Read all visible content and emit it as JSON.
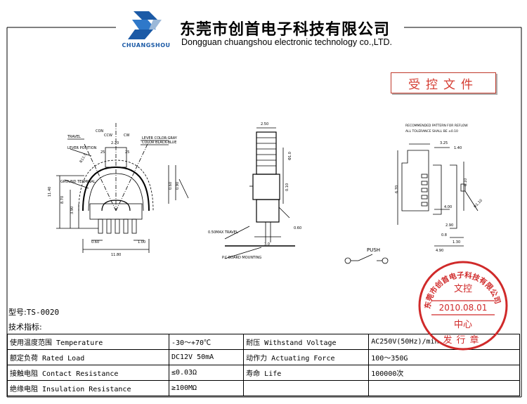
{
  "header": {
    "company_cn": "东莞市创首电子科技有限公司",
    "company_en": "Dongguan chuangshou electronic technology co.,LTD.",
    "logo_text": "CHUANGSHOU",
    "brand_color": "#1b5aa6"
  },
  "controlled_stamp": "受控文件",
  "drawing": {
    "left": {
      "lever_travel": "TRAVEL",
      "lever_position": "LEVER POSITION",
      "ground_terminal": "GROUND TERMINAL",
      "con": "CON",
      "ccw": "CCW",
      "cw": "CW",
      "lever_color": "LEVER COLOR:GRAY",
      "color_black_blue": "COLOR BLACK-BLUE",
      "dim_2_20": "2.20",
      "dim_25a": "25",
      "dim_25b": "25",
      "dim_11_40": "11.40",
      "dim_8_70": "8.70",
      "dim_3_90": "3.90",
      "dim_0_60": "0.60",
      "dim_1_00": "1.00",
      "dim_11_80": "11.80",
      "dim_r": "R11.5",
      "dim_0_60v": "0.60",
      "dim_0_90v": "0.90"
    },
    "middle": {
      "dim_2_50": "2.50",
      "dim_phi": "Φ1.0",
      "dim_0_10": "0.10",
      "dim_0_60": "0.60",
      "dim_3_0": "3.0",
      "travel": "0.50MAX TRAVEL",
      "pc_board": "P.C BOARD MOUNTING",
      "push": "PUSH"
    },
    "right": {
      "recommended": "RECOMMENDED PATTERN FOR REFLOW",
      "tolerance": "ALL TOLERANCE SHALL BE ±0.10",
      "dim_3_25": "3.25",
      "dim_1_40": "1.40",
      "dim_4_00": "4.00",
      "dim_2_90": "2.90",
      "dim_0_8": "0.8",
      "dim_1_30": "1.30",
      "dim_4_90": "4.90",
      "dim_phi": "Φ1.10",
      "dim_side_a": "6.70",
      "dim_side_b": "6.10"
    }
  },
  "model": {
    "label": "型号:",
    "value": "TS-0020"
  },
  "spec_title": "技术指标:",
  "specs": [
    {
      "l1": "使用温度范围",
      "l1en": "Temperature",
      "v1": "-30～+70℃",
      "l2": "耐压",
      "l2en": "Withstand Voltage",
      "v2": "AC250V(50Hz)/min"
    },
    {
      "l1": "额定负荷",
      "l1en": "Rated Load",
      "v1": "DC12V 50mA",
      "l2": "动作力",
      "l2en": "Actuating Force",
      "v2": "100～350G"
    },
    {
      "l1": "接触电阻",
      "l1en": "Contact Resistance",
      "v1": "≤0.03Ω",
      "l2": "寿命",
      "l2en": "Life",
      "v2": "100000次"
    },
    {
      "l1": "绝缘电阻",
      "l1en": "Insulation Resistance",
      "v1": "≥100MΩ",
      "l2": "",
      "l2en": "",
      "v2": ""
    }
  ],
  "round_stamp": {
    "arc_text": "东莞市创首电子科技有限公司",
    "line1": "文控",
    "date": "2010.08.01",
    "line3": "中心",
    "bottom": "发行章",
    "color": "#d02a2a"
  }
}
